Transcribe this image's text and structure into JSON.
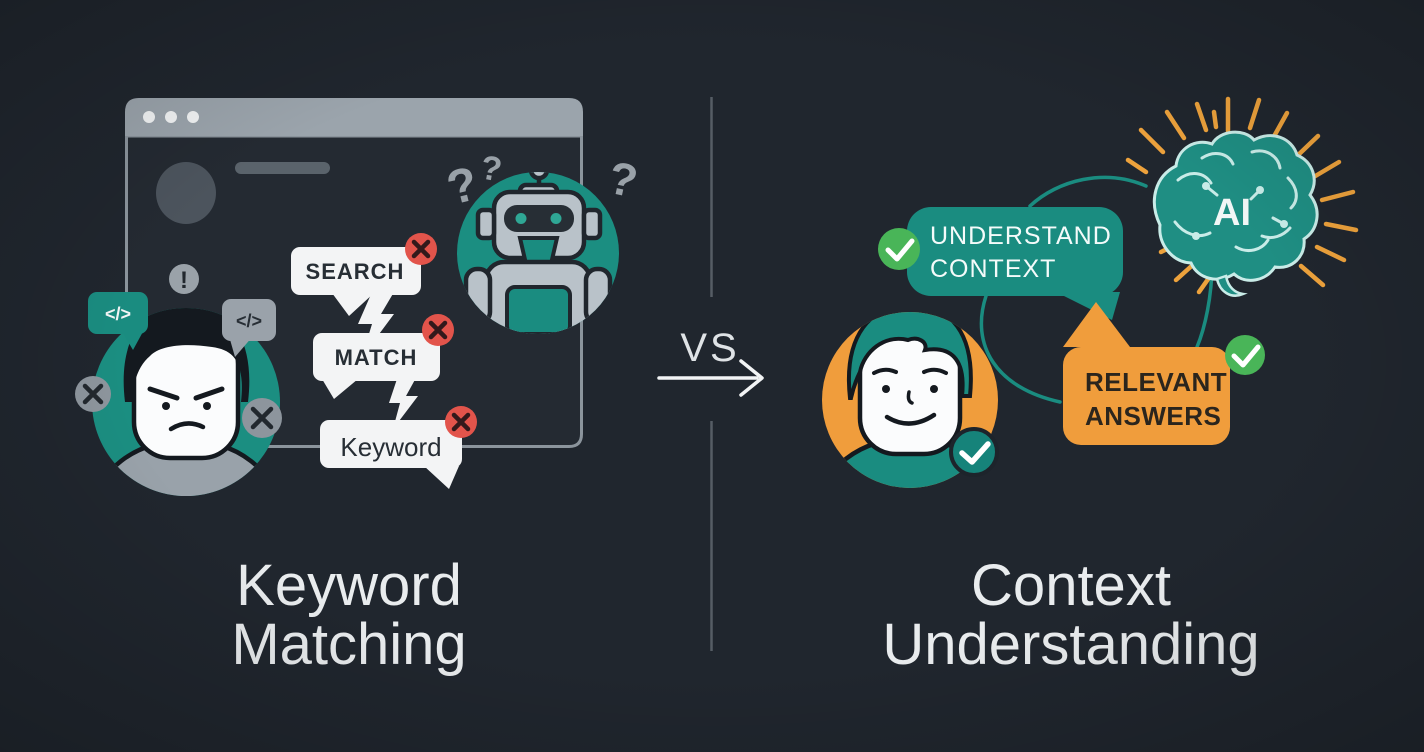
{
  "left": {
    "title_line1": "Keyword",
    "title_line2": "Matching",
    "search_label": "SEARCH",
    "match_label": "MATCH",
    "keyword_label": "Keyword",
    "code_tag": "</>",
    "exclamation": "!",
    "question_mark": "?"
  },
  "center": {
    "vs_label": "VS"
  },
  "right": {
    "title_line1": "Context",
    "title_line2": "Understanding",
    "understand_line1": "UNDERSTAND",
    "understand_line2": "CONTEXT",
    "relevant_line1": "RELEVANT",
    "relevant_line2": "ANSWERS",
    "ai_label": "AI"
  },
  "colors": {
    "background": "#20262e",
    "teal": "#1a8c80",
    "orange": "#f09d3c",
    "red": "#e2544b",
    "green": "#49b558",
    "gray_light": "#9ba4ac",
    "bubble_white": "#f3f4f5",
    "text_light": "#e9ecee",
    "text_dark": "#272e35"
  }
}
